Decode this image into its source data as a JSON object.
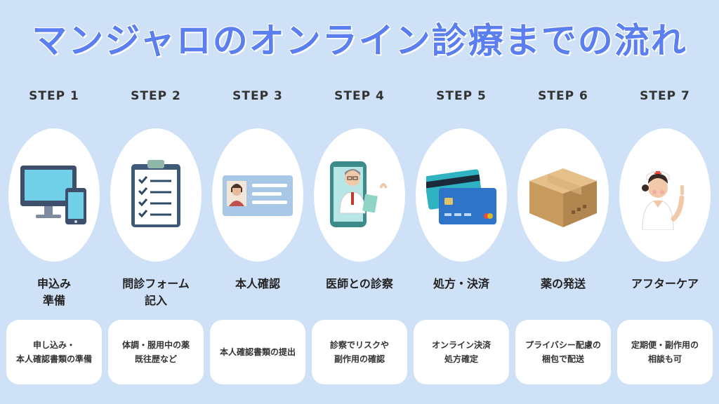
{
  "title": "マンジャロのオンライン診療までの流れ",
  "steps": [
    {
      "label": "STEP 1",
      "name": [
        "申込み",
        "準備"
      ],
      "desc": [
        "申し込み・",
        "本人確認書類の準備"
      ],
      "icon": "computer-phone-icon"
    },
    {
      "label": "STEP 2",
      "name": [
        "問診フォーム",
        "記入"
      ],
      "desc": [
        "体調・服用中の薬",
        "既往歴など"
      ],
      "icon": "clipboard-checklist-icon"
    },
    {
      "label": "STEP 3",
      "name": [
        "本人確認"
      ],
      "desc": [
        "本人確認書類の提出"
      ],
      "icon": "id-card-icon"
    },
    {
      "label": "STEP 4",
      "name": [
        "医師との診察"
      ],
      "desc": [
        "診察でリスクや",
        "副作用の確認"
      ],
      "icon": "doctor-phone-icon"
    },
    {
      "label": "STEP 5",
      "name": [
        "処方・決済"
      ],
      "desc": [
        "オンライン決済",
        "処方確定"
      ],
      "icon": "credit-card-icon"
    },
    {
      "label": "STEP 6",
      "name": [
        "薬の発送"
      ],
      "desc": [
        "プライバシー配慮の",
        "梱包で配送"
      ],
      "icon": "package-box-icon"
    },
    {
      "label": "STEP 7",
      "name": [
        "アフターケア"
      ],
      "desc": [
        "定期便・副作用の",
        "相談も可"
      ],
      "icon": "nurse-icon"
    }
  ],
  "colors": {
    "background": "#cfe1f7",
    "title": "#5b7ff0"
  }
}
